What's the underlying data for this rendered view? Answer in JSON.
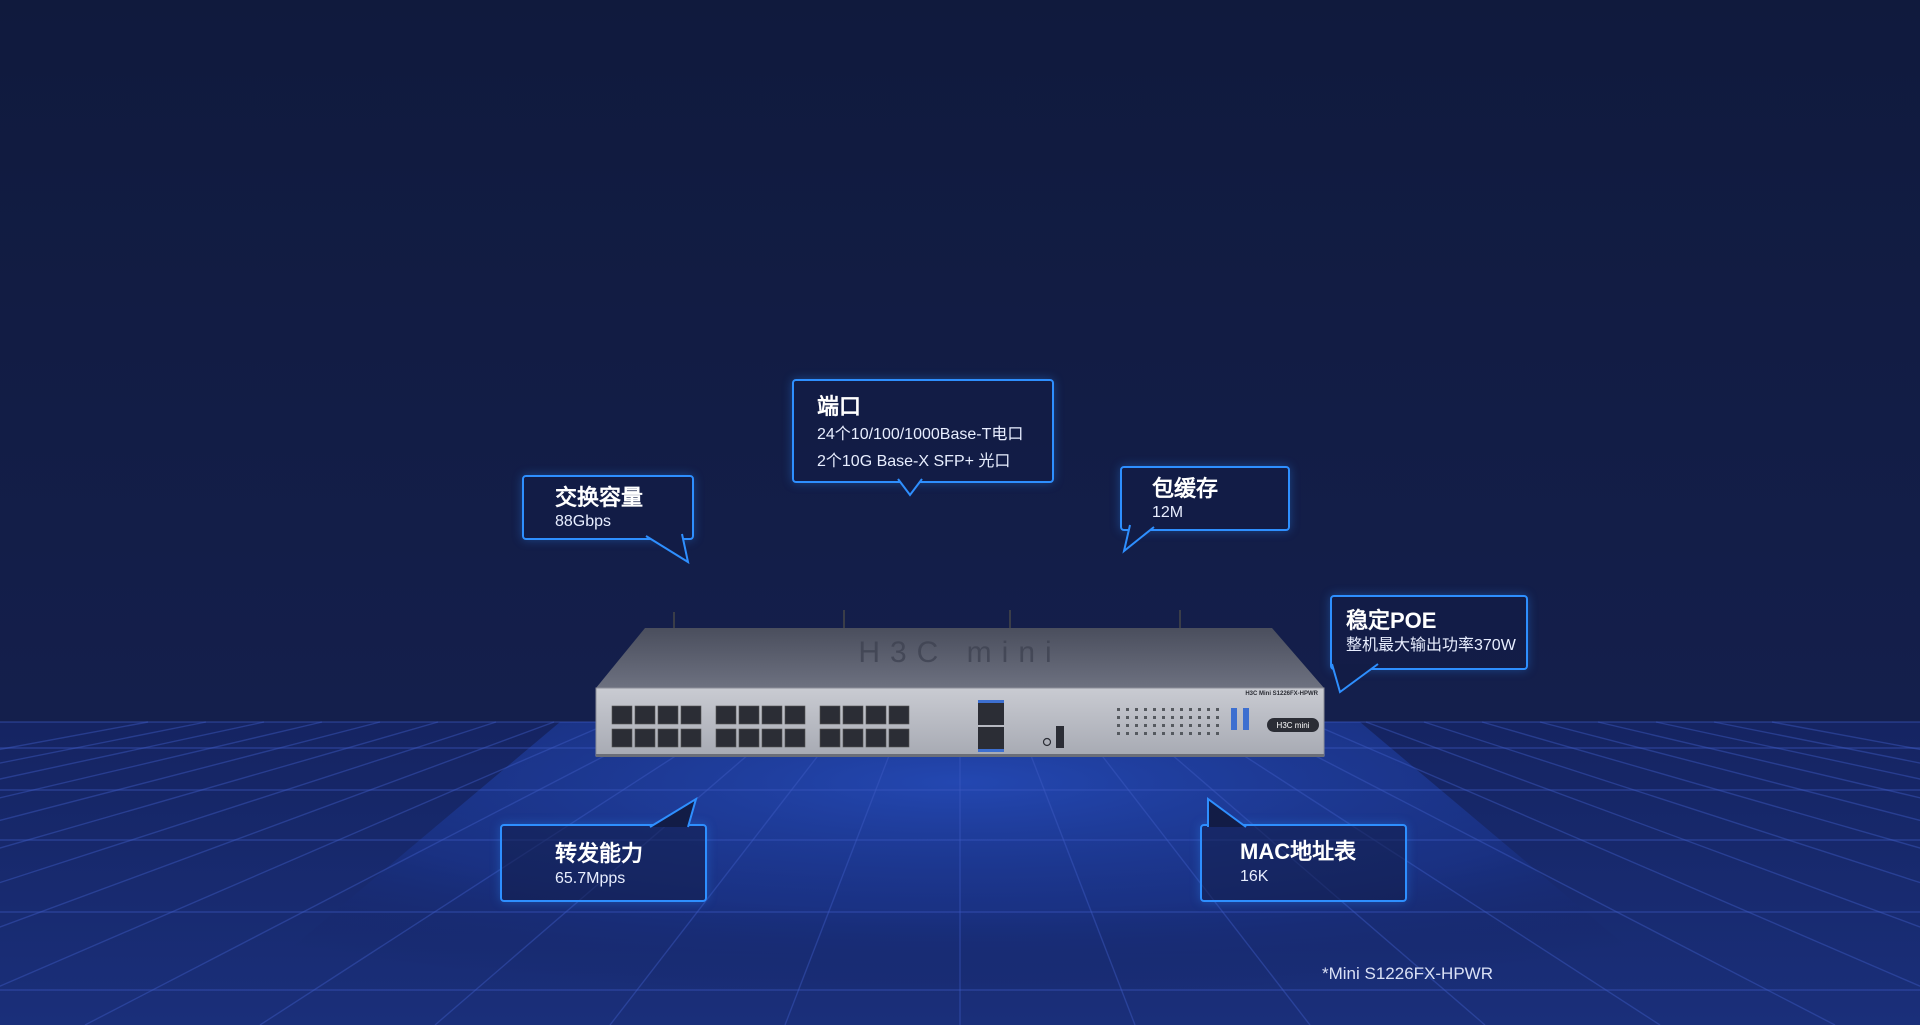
{
  "callouts": {
    "ports": {
      "title": "端口",
      "line1": "24个10/100/1000Base-T电口",
      "line2": "2个10G Base-X SFP+ 光口"
    },
    "switching": {
      "title": "交换容量",
      "value": "88Gbps"
    },
    "buffer": {
      "title": "包缓存",
      "value": "12M"
    },
    "poe": {
      "title": "稳定POE",
      "value": "整机最大输出功率370W"
    },
    "forwarding": {
      "title": "转发能力",
      "value": "65.7Mpps"
    },
    "mac": {
      "title": "MAC地址表",
      "value": "16K"
    }
  },
  "device": {
    "brand_logo": "H3C mini",
    "model_label": "H3C Mini S1226FX-HPWR",
    "icon": "network-switch-icon"
  },
  "footnote": "*Mini S1226FX-HPWR",
  "colors": {
    "background": "#111a3c",
    "floor": "#1d3a93",
    "accent": "#2e8fff"
  }
}
